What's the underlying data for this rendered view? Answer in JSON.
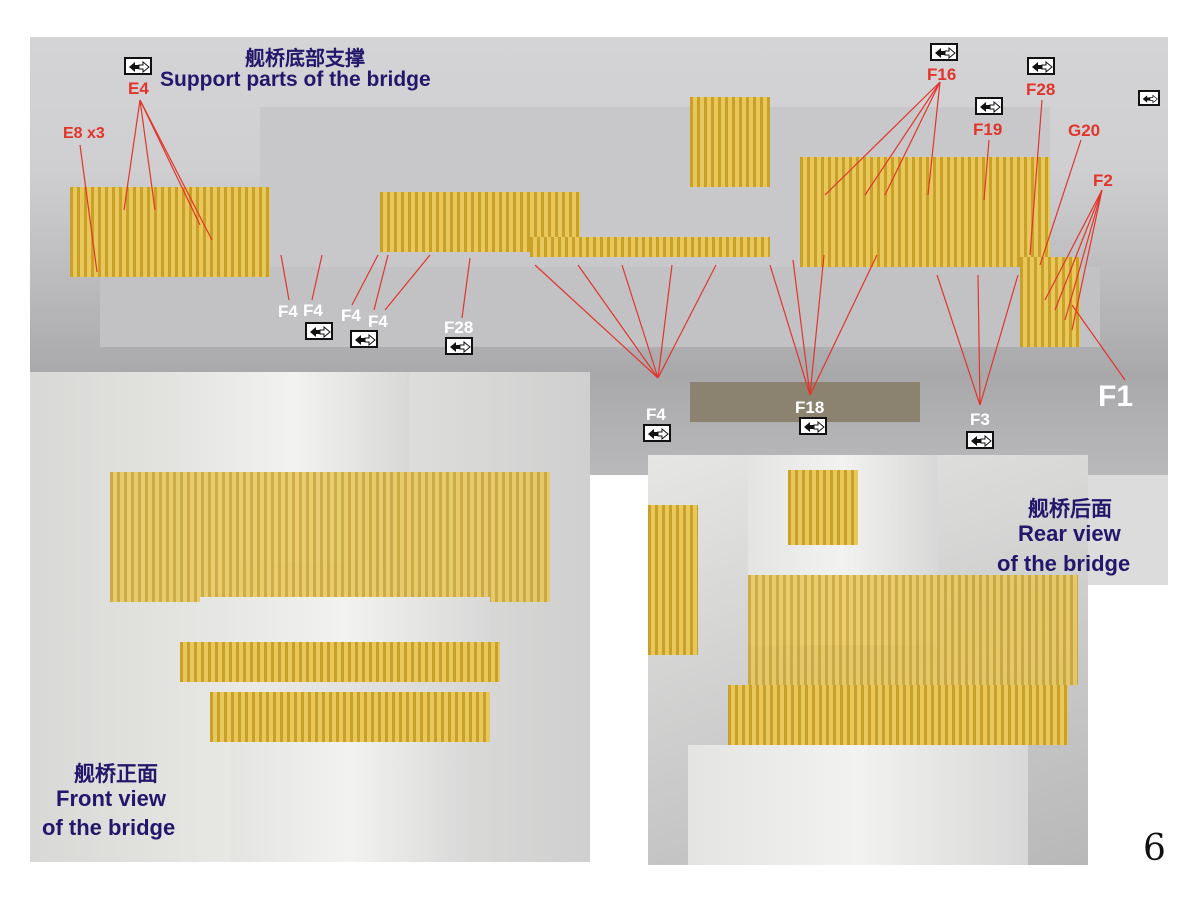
{
  "top_section": {
    "title_cn": "舰桥底部支撑",
    "title_en": "Support parts of the bridge",
    "labels": {
      "e8": "E8 x3",
      "e4": "E4",
      "f4_a": "F4",
      "f4_b": "F4",
      "f4_c": "F4",
      "f4_d": "F4",
      "f28_a": "F28",
      "f4_e": "F4",
      "f18": "F18",
      "f3": "F3",
      "f1": "F1",
      "f16": "F16",
      "f19": "F19",
      "f28_b": "F28",
      "g20": "G20",
      "f2": "F2"
    }
  },
  "front_view": {
    "title_cn": "舰桥正面",
    "title_en_1": "Front view",
    "title_en_2": "of the bridge"
  },
  "rear_view": {
    "title_cn": "舰桥后面",
    "title_en_1": "Rear view",
    "title_en_2": "of the bridge"
  },
  "page_number": "6",
  "colors": {
    "label_red": "#e2342b",
    "title_navy": "#23176b",
    "brass": "#d9b547"
  }
}
